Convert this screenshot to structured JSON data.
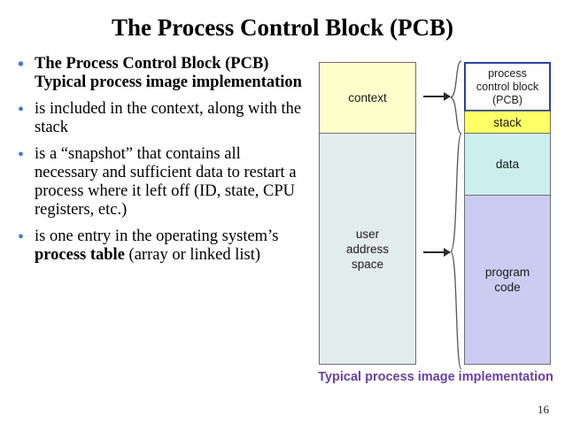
{
  "slide": {
    "title": "The Process Control Block (PCB)",
    "page_number": "16"
  },
  "bullets": [
    {
      "text": "The Process Control Block (PCB) Typical process image implementation",
      "bold": true
    },
    {
      "text": "is included in the context, along with the stack",
      "bold": false
    },
    {
      "text": "is a “snapshot” that contains all necessary and sufficient data to restart a process where it left off (ID, state, CPU registers, etc.)",
      "bold": false
    },
    {
      "text_pre": "is one entry in the operating system’s ",
      "text_bold": "process table",
      "text_post": " (array or linked list)",
      "bold": false
    }
  ],
  "diagram": {
    "left_column": {
      "context_label": "context",
      "user_space_label": "user\naddress\nspace"
    },
    "right_column": {
      "pcb_label": "process\ncontrol block\n(PCB)",
      "stack_label": "stack",
      "data_label": "data",
      "program_code_label": "program\ncode"
    },
    "caption": "Typical process image implementation",
    "colors": {
      "context_fill": "#ffffcc",
      "user_space_fill": "#e2ecec",
      "pcb_border": "#2b3fa0",
      "stack_fill": "#ffff66",
      "data_fill": "#cceeee",
      "code_fill": "#ccccf2",
      "caption_color": "#6b3fa0",
      "bullet_color": "#4a77c4"
    }
  }
}
